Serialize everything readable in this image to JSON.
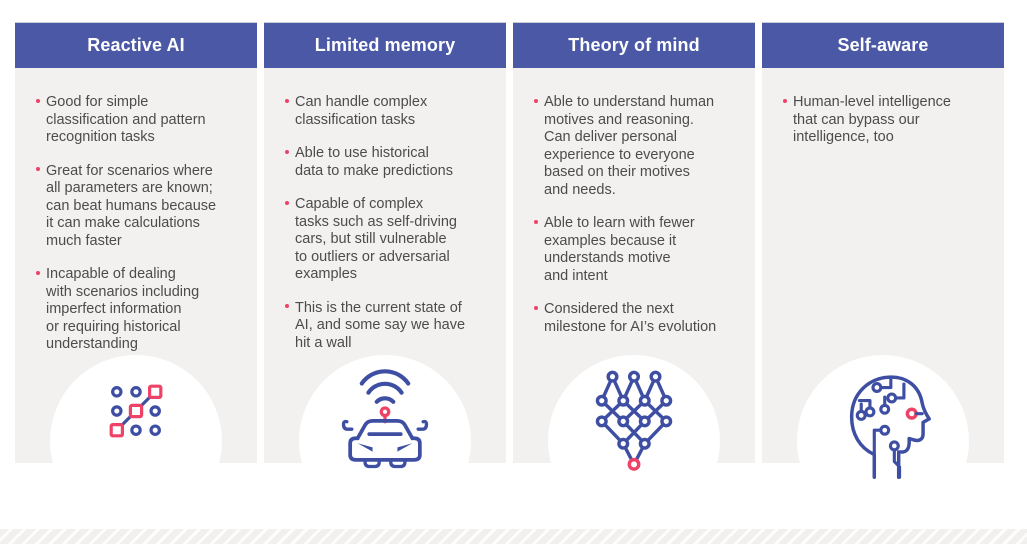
{
  "infographic": {
    "colors": {
      "header_bg": "#4a58a5",
      "header_text": "#ffffff",
      "card_bg": "#f2f1ef",
      "body_text": "#4c4c4c",
      "accent_pink": "#ee4266",
      "accent_blue": "#3e4fa3"
    },
    "cards": [
      {
        "title": "Reactive AI",
        "icon": "pattern-grid-icon",
        "bullets": [
          "Good for simple\nclassification and pattern\nrecognition tasks",
          "Great for scenarios where\nall parameters are known;\ncan beat humans because\nit can make calculations\nmuch faster",
          "Incapable of dealing\nwith scenarios including\nimperfect information\nor requiring historical\nunderstanding"
        ]
      },
      {
        "title": "Limited memory",
        "icon": "self-driving-car-icon",
        "bullets": [
          "Can handle complex\nclassification tasks",
          "Able to use historical\ndata to make predictions",
          "Capable of complex\ntasks such as self-driving\ncars, but still vulnerable\nto outliers or adversarial\nexamples",
          "This is the current state of\nAI, and some say we have\nhit a wall"
        ]
      },
      {
        "title": "Theory of mind",
        "icon": "neural-network-icon",
        "bullets": [
          "Able to understand human\nmotives and reasoning.\nCan deliver personal\nexperience to everyone\nbased on their motives\nand needs.",
          "Able to learn with fewer\nexamples because it\nunderstands motive\nand intent",
          "Considered the next\nmilestone for AI’s evolution"
        ]
      },
      {
        "title": "Self-aware",
        "icon": "cyborg-head-icon",
        "bullets": [
          "Human-level intelligence\nthat can bypass our\nintelligence, too"
        ]
      }
    ]
  }
}
